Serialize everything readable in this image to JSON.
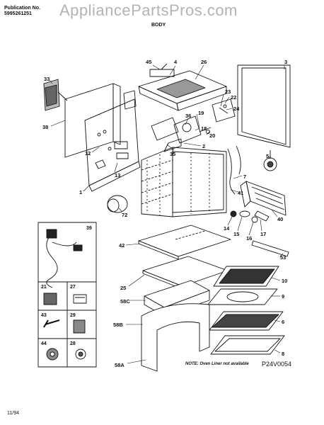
{
  "header": {
    "publication_label": "Publication No.",
    "publication_number": "5995261251",
    "section_title": "BODY",
    "watermark": "AppliancePartsPros.com"
  },
  "callouts": {
    "c33": "33",
    "c38": "38",
    "c12": "12",
    "c13": "13",
    "c1": "1",
    "c45": "45",
    "c4": "4",
    "c26": "26",
    "c3": "3",
    "c22": "22",
    "c23": "23",
    "c24": "24",
    "c36": "36",
    "c19": "19",
    "c18": "18",
    "c20": "20",
    "c2": "2",
    "c35": "35",
    "c5": "5",
    "c7": "7",
    "c41": "41",
    "c40": "40",
    "c72": "72",
    "c14": "14",
    "c15": "15",
    "c16": "16",
    "c17": "17",
    "c53": "53",
    "c42": "42",
    "c25": "25",
    "c58c": "58C",
    "c58b": "58B",
    "c58a": "58A",
    "c10": "10",
    "c9": "9",
    "c6": "6",
    "c8": "8"
  },
  "parts_box": {
    "c39": "39",
    "c21": "21",
    "c27": "27",
    "c43": "43",
    "c29": "29",
    "c44": "44",
    "c28": "28"
  },
  "footer": {
    "note": "NOTE: Oven Liner not available",
    "diagram_code": "P24V0054",
    "date": "11/94"
  }
}
